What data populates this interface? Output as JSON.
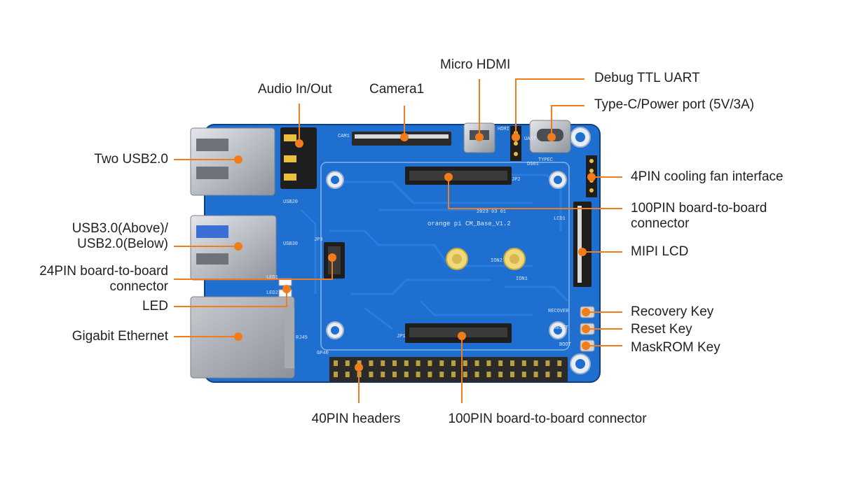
{
  "labels": {
    "audio": "Audio In/Out",
    "camera": "Camera1",
    "micro_hdmi": "Micro HDMI",
    "debug_uart": "Debug TTL UART",
    "type_c": "Type-C/Power port (5V/3A)",
    "two_usb2": "Two USB2.0",
    "fan": "4PIN cooling fan interface",
    "b2b_top": [
      "100PIN board-to-board",
      "connector"
    ],
    "usb3": [
      "USB3.0(Above)/",
      "USB2.0(Below)"
    ],
    "mipi_lcd": "MIPI LCD",
    "b2b_24": [
      "24PIN board-to-board",
      "connector"
    ],
    "led": "LED",
    "recovery": "Recovery Key",
    "reset": "Reset Key",
    "gigabit": "Gigabit Ethernet",
    "maskrom": "MaskROM Key",
    "pin40": "40PIN headers",
    "b2b_bottom": "100PIN board-to-board connector"
  },
  "silkscreen": {
    "cam1": "CAM1",
    "hdmi": "HDMI",
    "uart": "UART",
    "typec": "TYPEC",
    "jp2": "JP2",
    "jp1": "JP1",
    "jp3": "JP3",
    "lcd1": "LCD1",
    "usb20": "USB20",
    "usb30": "USB30",
    "rj45": "RJ45",
    "gp40": "GP40",
    "recover": "RECOVER",
    "reset_s": "RESET",
    "boot": "BOOT",
    "board_name": "orange pi CM_Base_V1.2",
    "date": "2023 03 01",
    "ion1": "ION1",
    "ion2": "ION2",
    "ds01": "DS01",
    "led1": "LED1",
    "led2": "LED2"
  },
  "colors": {
    "pcb": "#1f6fd0",
    "pcb_dark": "#1553a8",
    "pcb_edge": "#0e3f86",
    "accent": "#f07c1b",
    "leader": "#f07c1b",
    "metal": "#c9ccd1",
    "header": "#2a2a2a",
    "gold": "#e8c13a"
  }
}
